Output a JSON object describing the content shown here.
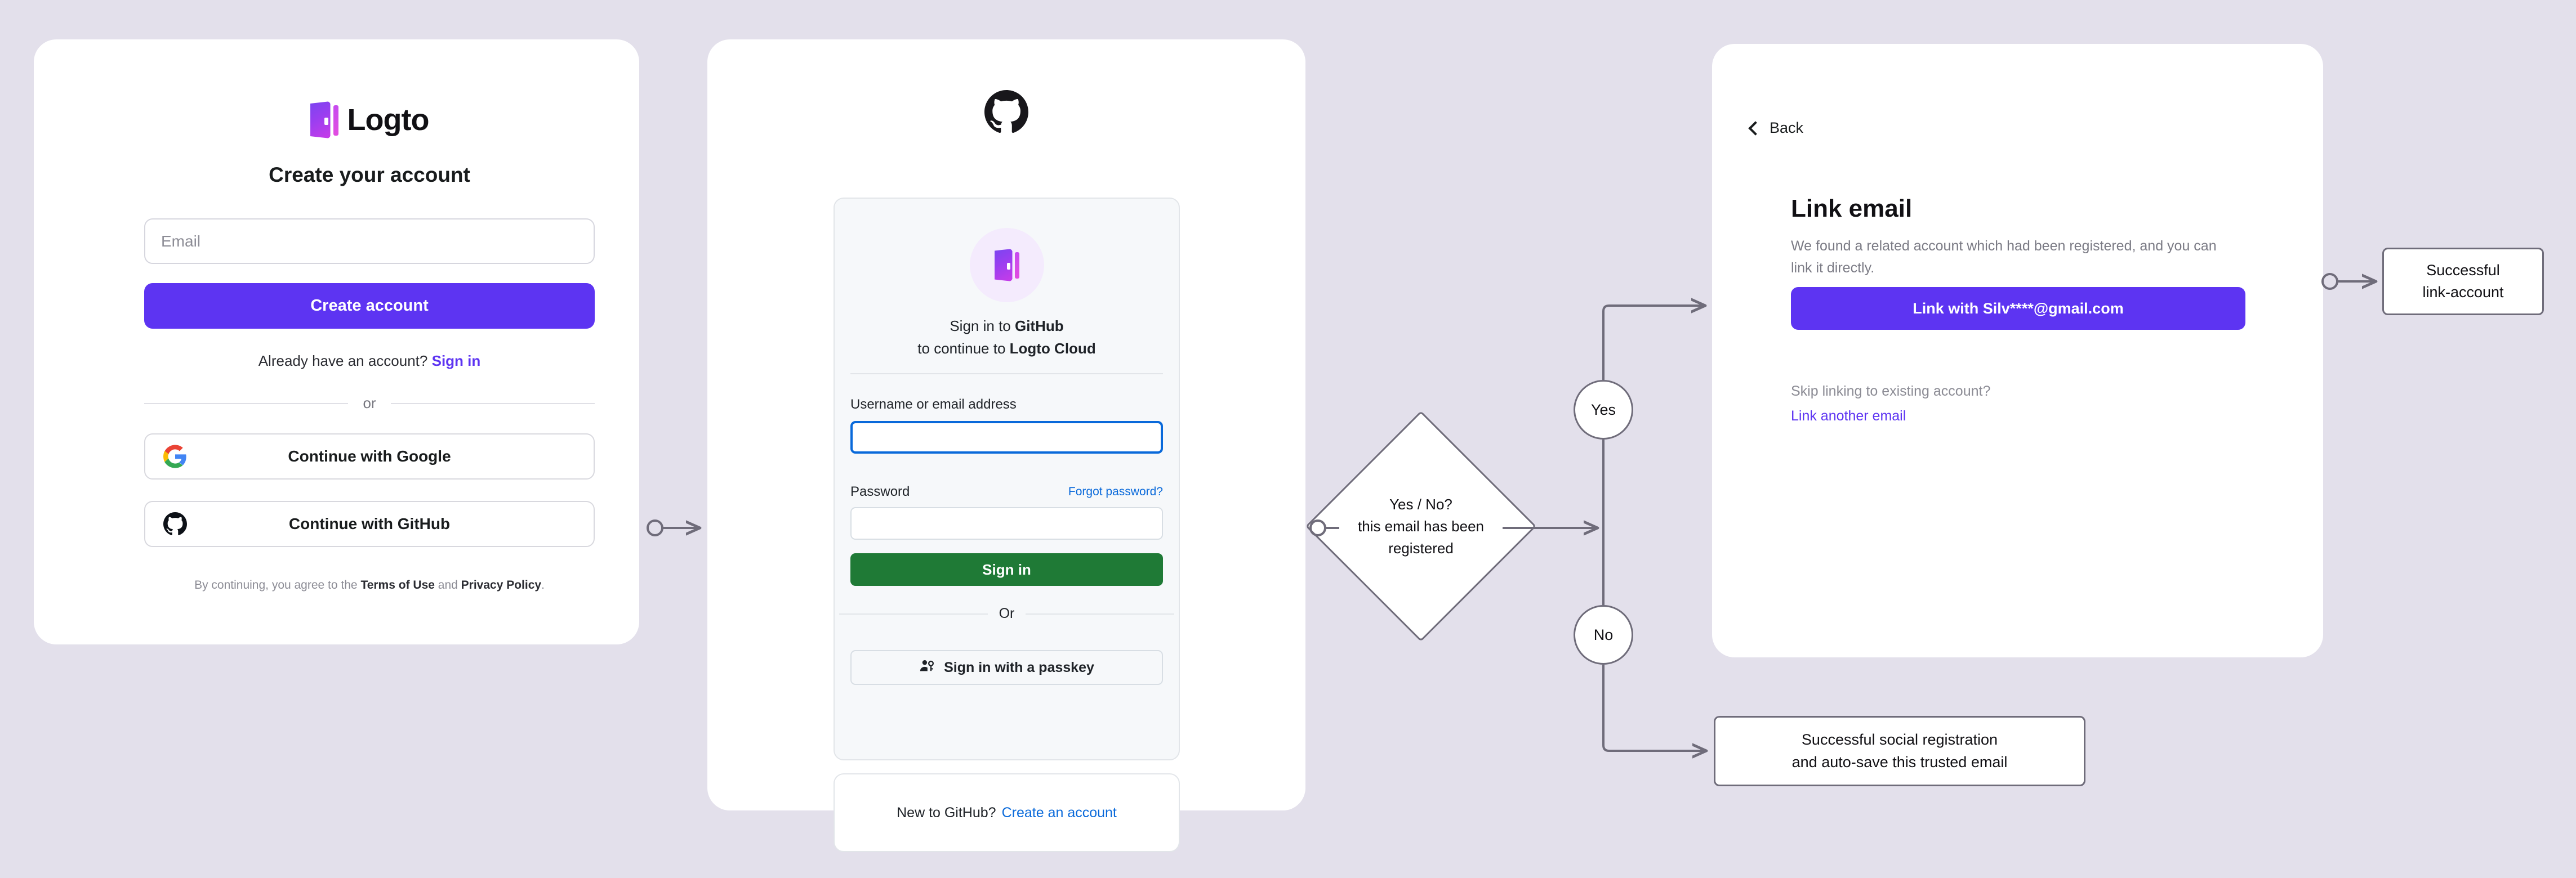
{
  "background_color": "#e3e0eb",
  "accent_purple": "#5d34f2",
  "github_green": "#1f7a36",
  "github_blue": "#0969da",
  "connector_gray": "#6f6c7a",
  "signup_card": {
    "brand_name": "Logto",
    "title": "Create your account",
    "email_placeholder": "Email",
    "email_value": "",
    "primary_button": "Create account",
    "already_prefix": "Already have an account?",
    "already_link": "Sign in",
    "divider": "or",
    "google_button": "Continue with Google",
    "github_button": "Continue with GitHub",
    "legal_prefix": "By continuing, you agree to the ",
    "legal_terms": "Terms of Use",
    "legal_and": " and ",
    "legal_privacy": "Privacy Policy",
    "legal_suffix": "."
  },
  "github_card": {
    "headline_line1_prefix": "Sign in to ",
    "headline_line1_bold": "GitHub",
    "headline_line2_prefix": "to continue to ",
    "headline_line2_bold": "Logto Cloud",
    "username_label": "Username or email address",
    "username_value": "",
    "password_label": "Password",
    "password_value": "",
    "forgot_link": "Forgot password?",
    "signin_button": "Sign in",
    "divider": "Or",
    "passkey_button": "Sign in with a passkey",
    "new_to_prefix": "New to GitHub?",
    "new_to_link": "Create an account"
  },
  "link_email_card": {
    "back_label": "Back",
    "title": "Link email",
    "description": "We found a related account which had been registered, and you can link it directly.",
    "primary_button": "Link with Silv****@gmail.com",
    "skip_text": "Skip linking to existing account?",
    "another_link": "Link another email"
  },
  "flow": {
    "decision_line1": "Yes / No?",
    "decision_line2": "this email has been",
    "decision_line3": "registered",
    "yes_label": "Yes",
    "no_label": "No",
    "outcome_link_line1": "Successful",
    "outcome_link_line2": "link-account",
    "outcome_social_line1": "Successful social registration",
    "outcome_social_line2": "and auto-save this trusted email"
  }
}
